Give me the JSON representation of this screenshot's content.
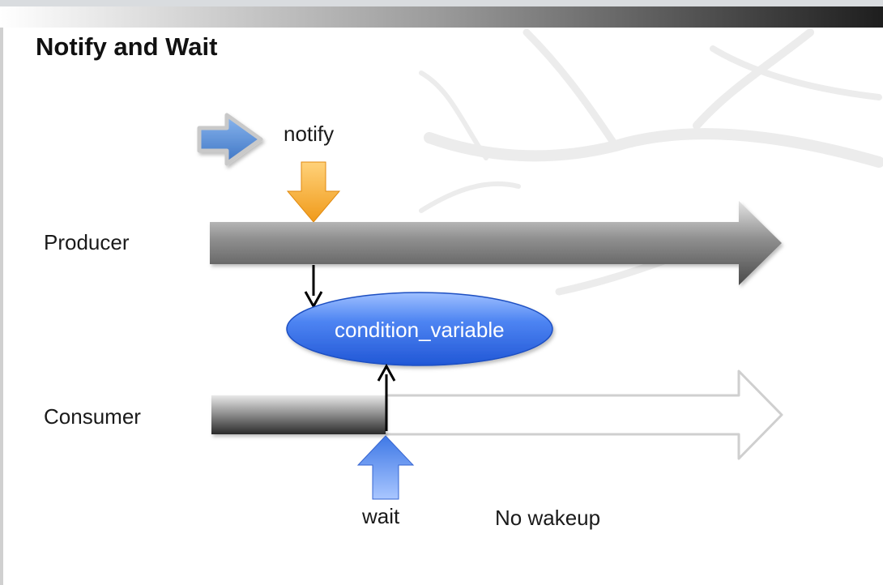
{
  "slide": {
    "title": "Notify and Wait"
  },
  "diagram": {
    "producer_label": "Producer",
    "consumer_label": "Consumer",
    "notify_label": "notify",
    "wait_label": "wait",
    "cv_label": "condition_variable",
    "no_wakeup_label": "No wakeup"
  },
  "colors": {
    "notify_arrow": "#f5a623",
    "wait_arrow": "#4a7fe0",
    "condition_variable": "#3a72e8",
    "timeline_bar": "#6e6e6e",
    "legend_arrow": "#4a86cf"
  }
}
